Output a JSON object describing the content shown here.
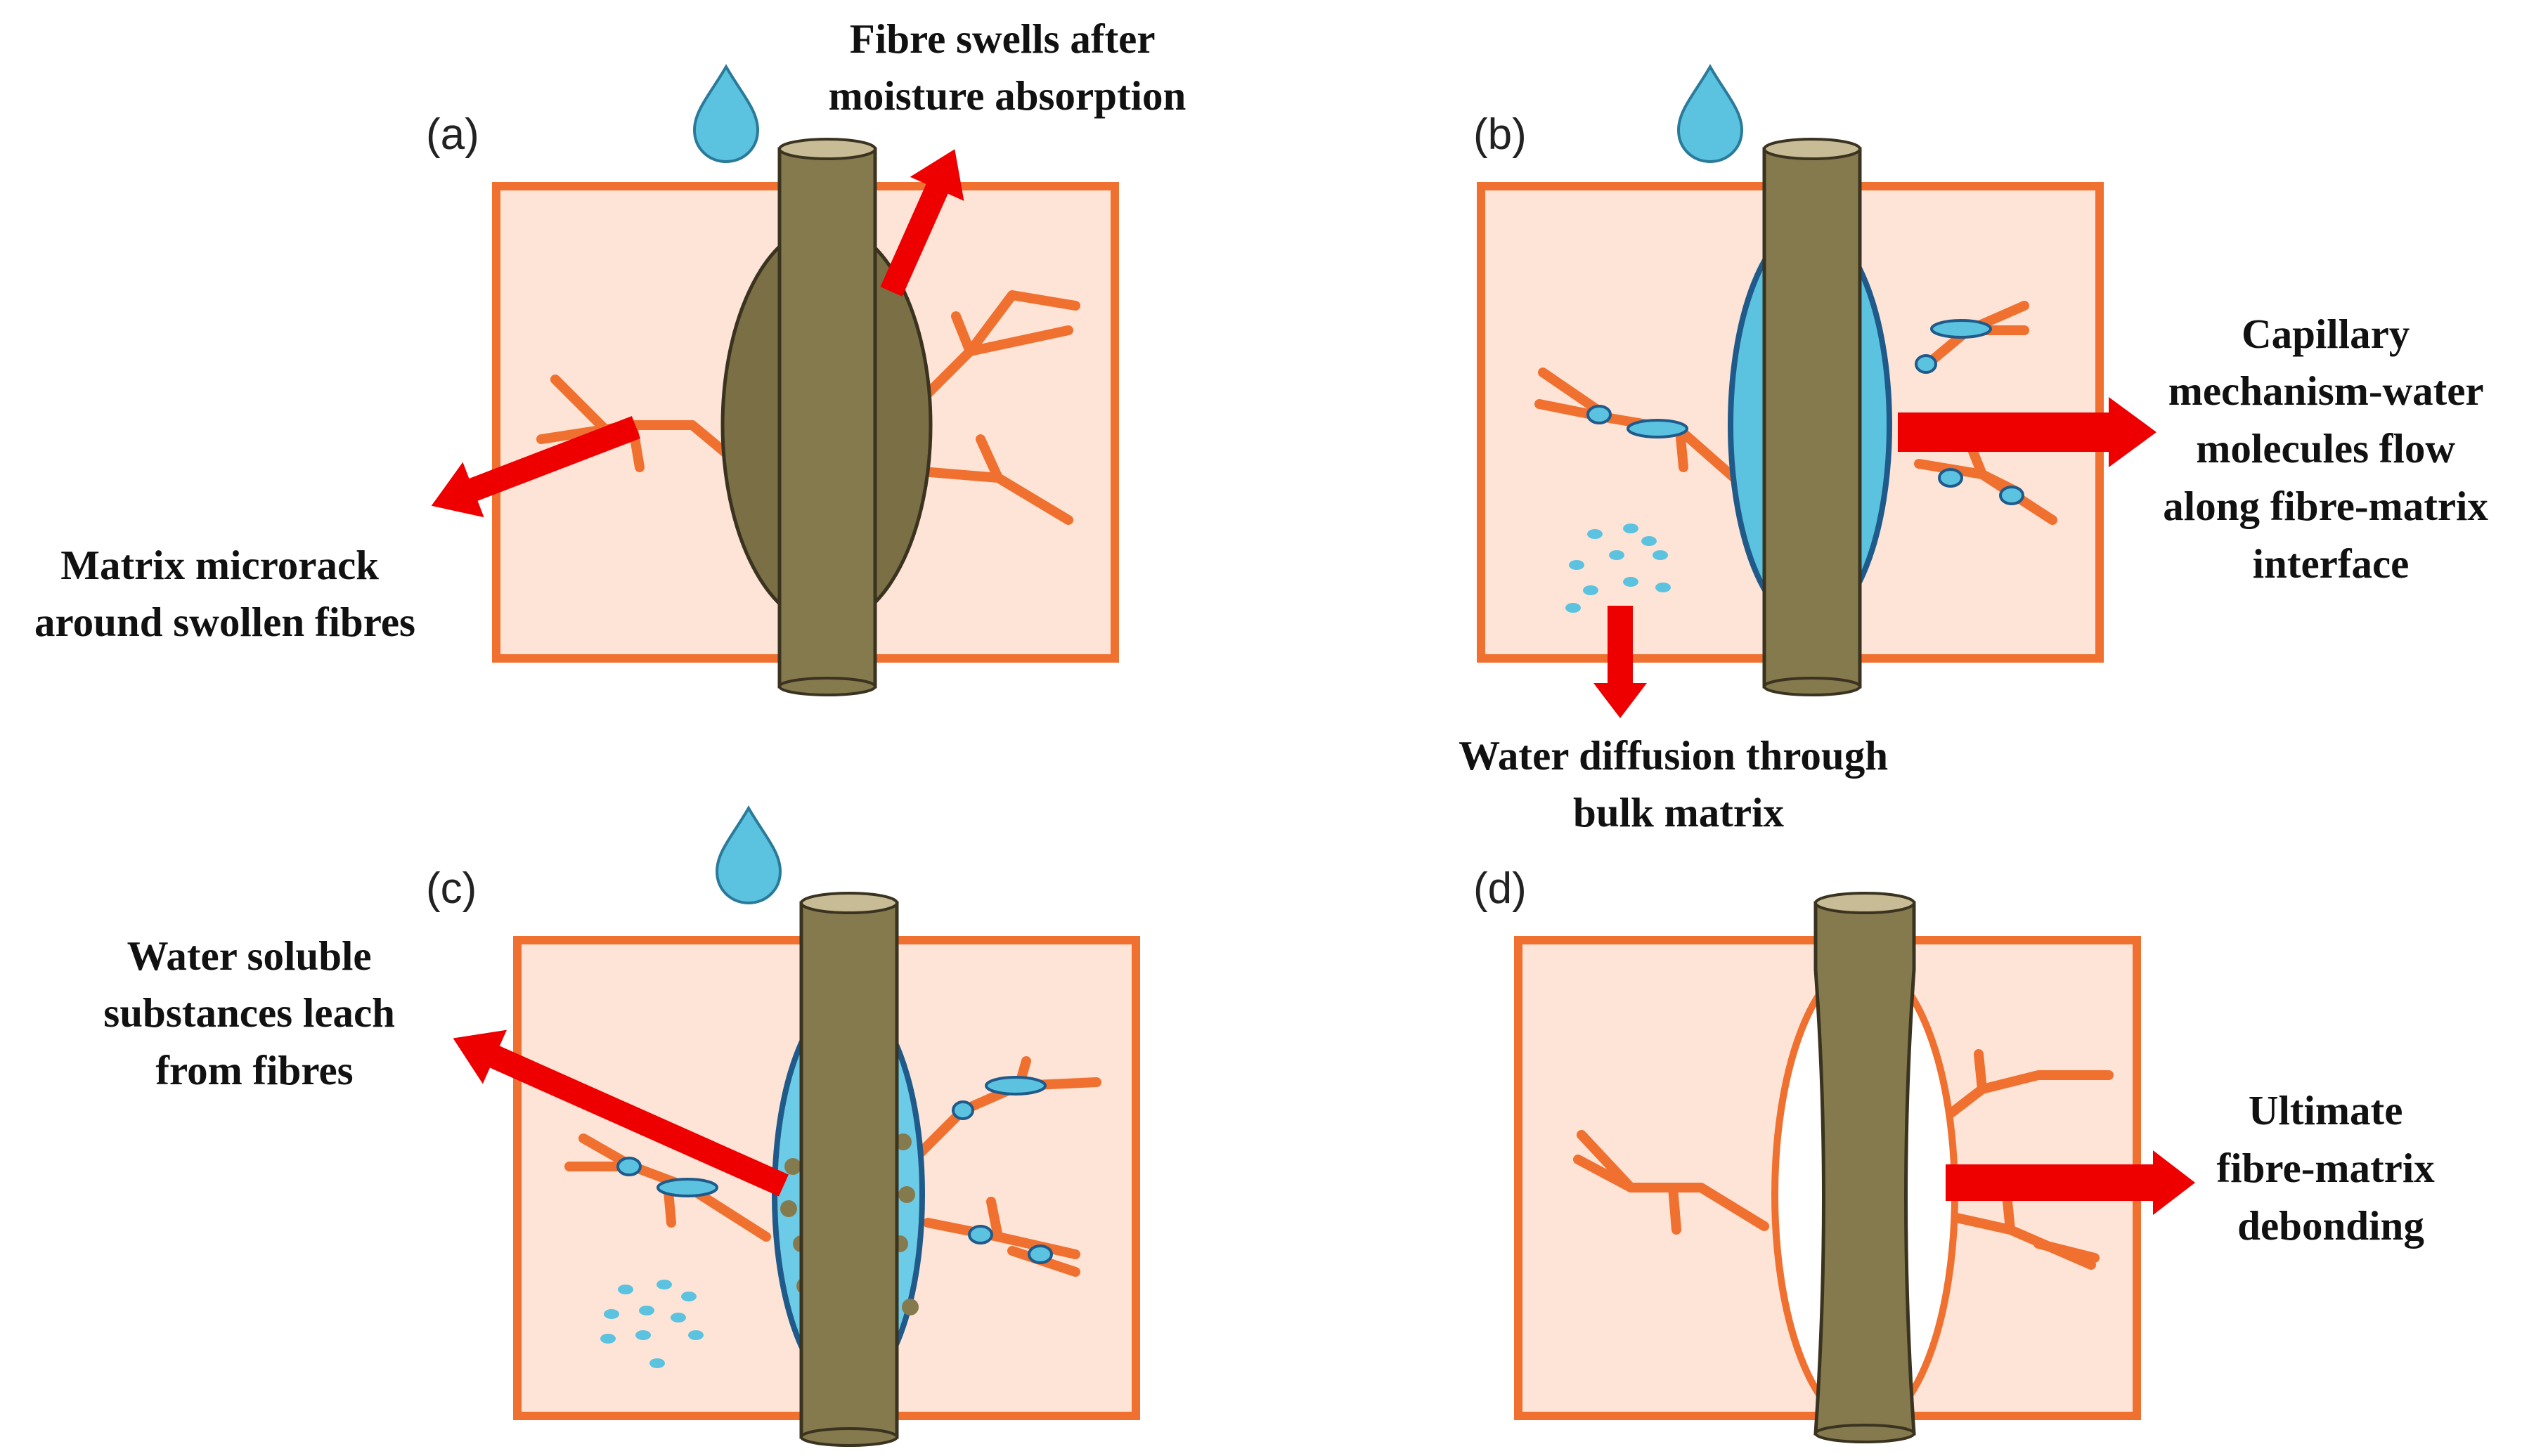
{
  "panels": [
    {
      "label": "(a)",
      "captions": [
        [
          "Fibre swells after",
          "moisture absorption"
        ],
        [
          "Matrix microrack",
          "around swollen fibres"
        ]
      ]
    },
    {
      "label": "(b)",
      "captions": [
        [
          "Capillary",
          "mechanism-water",
          "molecules flow",
          "along fibre-matrix",
          "interface"
        ],
        [
          "Water diffusion through",
          "bulk matrix"
        ]
      ]
    },
    {
      "label": "(c)",
      "captions": [
        [
          "Water soluble",
          "substances leach",
          "from fibres"
        ]
      ]
    },
    {
      "label": "(d)",
      "captions": [
        [
          "Ultimate",
          "fibre-matrix",
          "debonding"
        ]
      ]
    }
  ],
  "colors": {
    "matrix_fill": "#fde4d6",
    "matrix_border": "#f07030",
    "crack": "#f07030",
    "fibre": "#857a4e",
    "fibre_top": "#c7bc95",
    "water": "#5bc2e0",
    "water_interface": "#6ccbe6",
    "interface_outline": "#1f5a8a",
    "arrow": "#ee0000",
    "swelling": "#7b6f45"
  },
  "icons": [
    "water-drop-icon"
  ]
}
